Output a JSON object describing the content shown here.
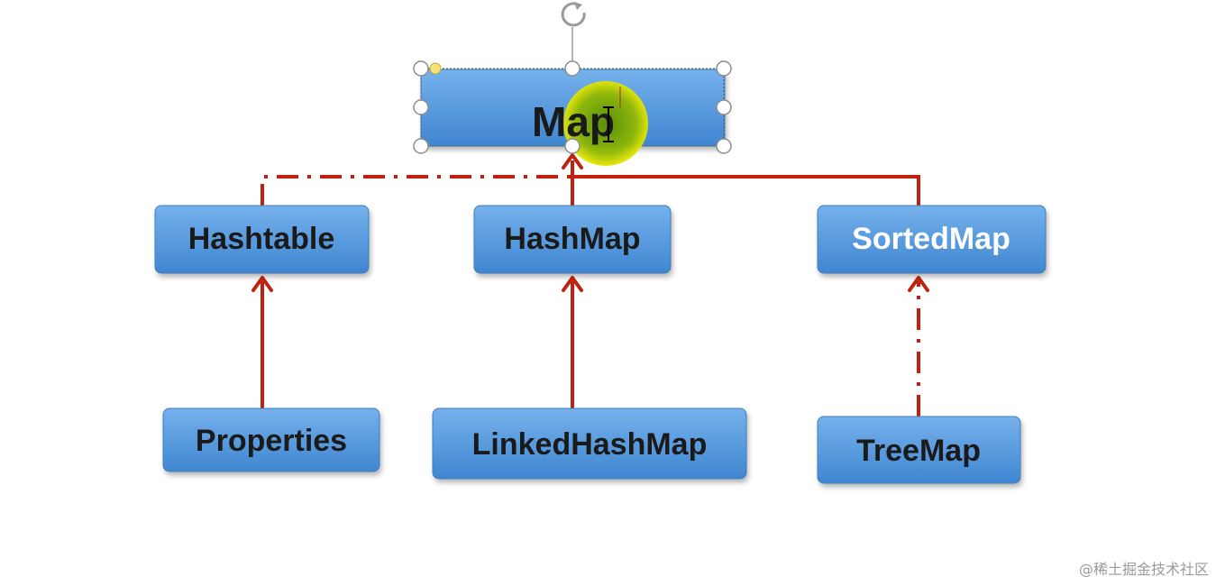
{
  "diagram": {
    "nodes": {
      "map": "Map",
      "hashtable": "Hashtable",
      "hashmap": "HashMap",
      "sortedmap": "SortedMap",
      "properties": "Properties",
      "linkedhashmap": "LinkedHashMap",
      "treemap": "TreeMap"
    },
    "edges": [
      {
        "from": "hashtable",
        "to": "map",
        "style": "dash-dot"
      },
      {
        "from": "hashmap",
        "to": "map",
        "style": "solid"
      },
      {
        "from": "sortedmap",
        "to": "map",
        "style": "solid"
      },
      {
        "from": "properties",
        "to": "hashtable",
        "style": "solid"
      },
      {
        "from": "linkedhashmap",
        "to": "hashmap",
        "style": "solid"
      },
      {
        "from": "treemap",
        "to": "sortedmap",
        "style": "dash-dot"
      }
    ],
    "colors": {
      "box_fill_top": "#6aa8e6",
      "box_fill_bottom": "#3f86d0",
      "connector": "#c0220f",
      "cursor_highlight": "#7fae0a"
    }
  },
  "watermark": "@稀土掘金技术社区"
}
